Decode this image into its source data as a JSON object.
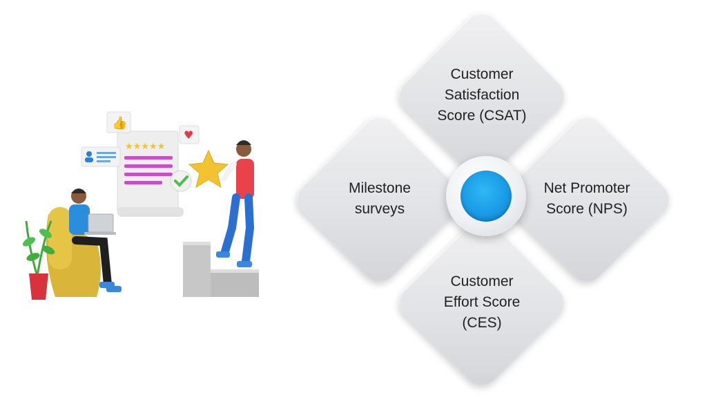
{
  "diagram": {
    "center": {
      "color": "#1a9ae6"
    },
    "nodes": [
      {
        "id": "top",
        "label": "Customer\nSatisfaction\nScore (CSAT)"
      },
      {
        "id": "left",
        "label": "Milestone\nsurveys"
      },
      {
        "id": "right",
        "label": "Net Promoter\nScore (NPS)"
      },
      {
        "id": "bottom",
        "label": "Customer\nEffort Score\n(CES)"
      }
    ]
  },
  "illustration": {
    "icons": [
      "thumbs-up-icon",
      "heart-icon",
      "profile-card-icon",
      "star-icon",
      "checkmark-icon",
      "laptop-icon",
      "plant-icon"
    ],
    "rating_stars": 5
  }
}
